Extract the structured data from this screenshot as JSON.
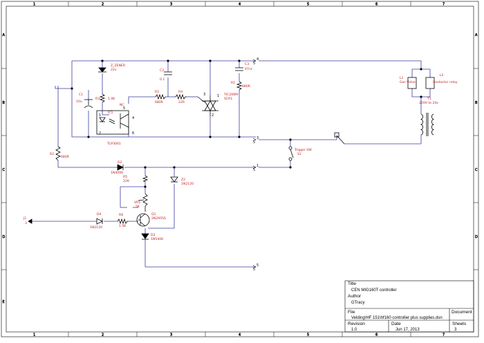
{
  "frame": {
    "col_markers": [
      "1",
      "2",
      "3",
      "4",
      "5",
      "6",
      "7"
    ],
    "row_markers": [
      "A",
      "B",
      "C",
      "D",
      "E"
    ]
  },
  "colors": {
    "wire": "#3a3aa0",
    "part": "#000000",
    "label": "#c02020",
    "frame": "#000000"
  },
  "components": {
    "d_zener": {
      "ref": "Z_ZENER",
      "value": "22v"
    },
    "c1": {
      "ref": "C1",
      "value": "10u"
    },
    "r3": {
      "ref": "R3",
      "value": "1.0K"
    },
    "ic1": {
      "ref": "IC1",
      "part": "TLP3061",
      "pin1": "1",
      "pin2": "2",
      "pin4": "4",
      "pin6": "6",
      "pin_label": "NC",
      "pin_number": "5"
    },
    "c2": {
      "ref": "C2",
      "value": "0.1"
    },
    "r2": {
      "ref": "R2",
      "value": "680R"
    },
    "r4": {
      "ref": "R4",
      "value": "22R"
    },
    "scr": {
      "ref": "TIC206M",
      "ref2": "SCR1",
      "pin1": "1",
      "pin2": "2",
      "pin3": "3"
    },
    "c3": {
      "ref": "C3",
      "value": "47nc"
    },
    "r1": {
      "ref": "R1",
      "value": "680R"
    },
    "r2b": {
      "ref": "R2",
      "value": "680R"
    },
    "d2": {
      "ref": "D2",
      "value": "1N4006"
    },
    "r5": {
      "ref": "R5",
      "value": "22K"
    },
    "vr1": {
      "ref": "VR1",
      "value": "5K"
    },
    "q1": {
      "ref": "Q1",
      "value": "2N2955S"
    },
    "d3": {
      "ref": "D3",
      "value": "1N5406"
    },
    "d4": {
      "ref": "D4",
      "value": "1N2120"
    },
    "r6": {
      "ref": "R6",
      "value": "1.5K"
    },
    "z2": {
      "ref": "Z2",
      "value": "1N2120"
    },
    "j1": {
      "ref": "J1",
      "value": "3"
    },
    "l1": {
      "ref": "L1",
      "value": "Gas Valve"
    },
    "l2": {
      "ref": "L2",
      "value": "Contactor relay"
    },
    "t1": {
      "ref": "T1",
      "value": "220V to 24v"
    },
    "trig": {
      "ref": "Trigger SW",
      "value": "S1"
    }
  },
  "ports": [
    {
      "name": "4",
      "sub": "5"
    },
    {
      "name": "3",
      "sub": "5"
    },
    {
      "name": "1",
      "sub": "5"
    },
    {
      "name": "5",
      "sub": "5"
    }
  ],
  "title_block": {
    "title_label": "Title",
    "title": "CEN MIG160T controller",
    "author_label": "Author",
    "author": "GTracy",
    "file_label": "File",
    "file": "Velding\\HF 151\\hf160 controller plus supplies.dsn",
    "document_label": "Document",
    "revision_label": "Revision",
    "revision": "1.0",
    "date_label": "Date",
    "date": "Jun 17, 2013",
    "sheets_label": "Sheets",
    "sheets": "3"
  }
}
